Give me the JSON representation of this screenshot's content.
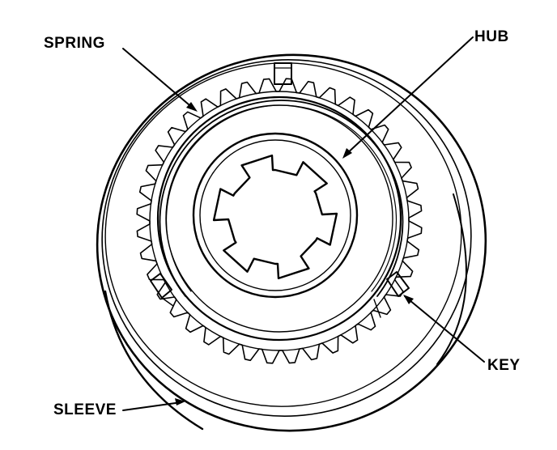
{
  "figure": {
    "labels": {
      "spring": "SPRING",
      "hub": "HUB",
      "key": "KEY",
      "sleeve": "SLEEVE"
    },
    "colors": {
      "ink": "#000000",
      "paper": "#ffffff"
    }
  }
}
